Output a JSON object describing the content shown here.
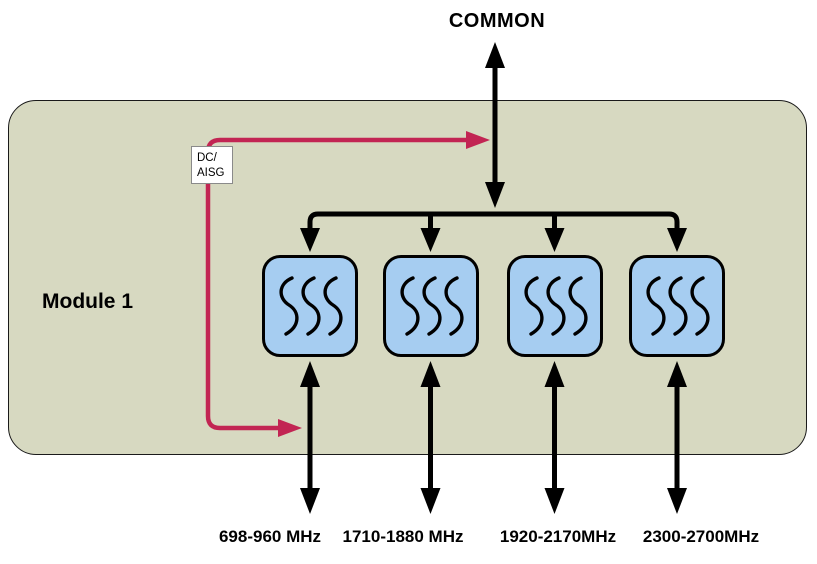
{
  "common_label": "COMMON",
  "module": {
    "label": "Module 1"
  },
  "dc_label": {
    "line1": "DC/",
    "line2": "AISG"
  },
  "ports": [
    {
      "label": "698-960 MHz"
    },
    {
      "label": "1710-1880 MHz"
    },
    {
      "label": "1920-2170MHz"
    },
    {
      "label": "2300-2700MHz"
    }
  ],
  "colors": {
    "module_fill": "#d7d9c1",
    "filter_fill": "#a6cdf1",
    "arrow": "#000000",
    "dc_line": "#c22553"
  }
}
